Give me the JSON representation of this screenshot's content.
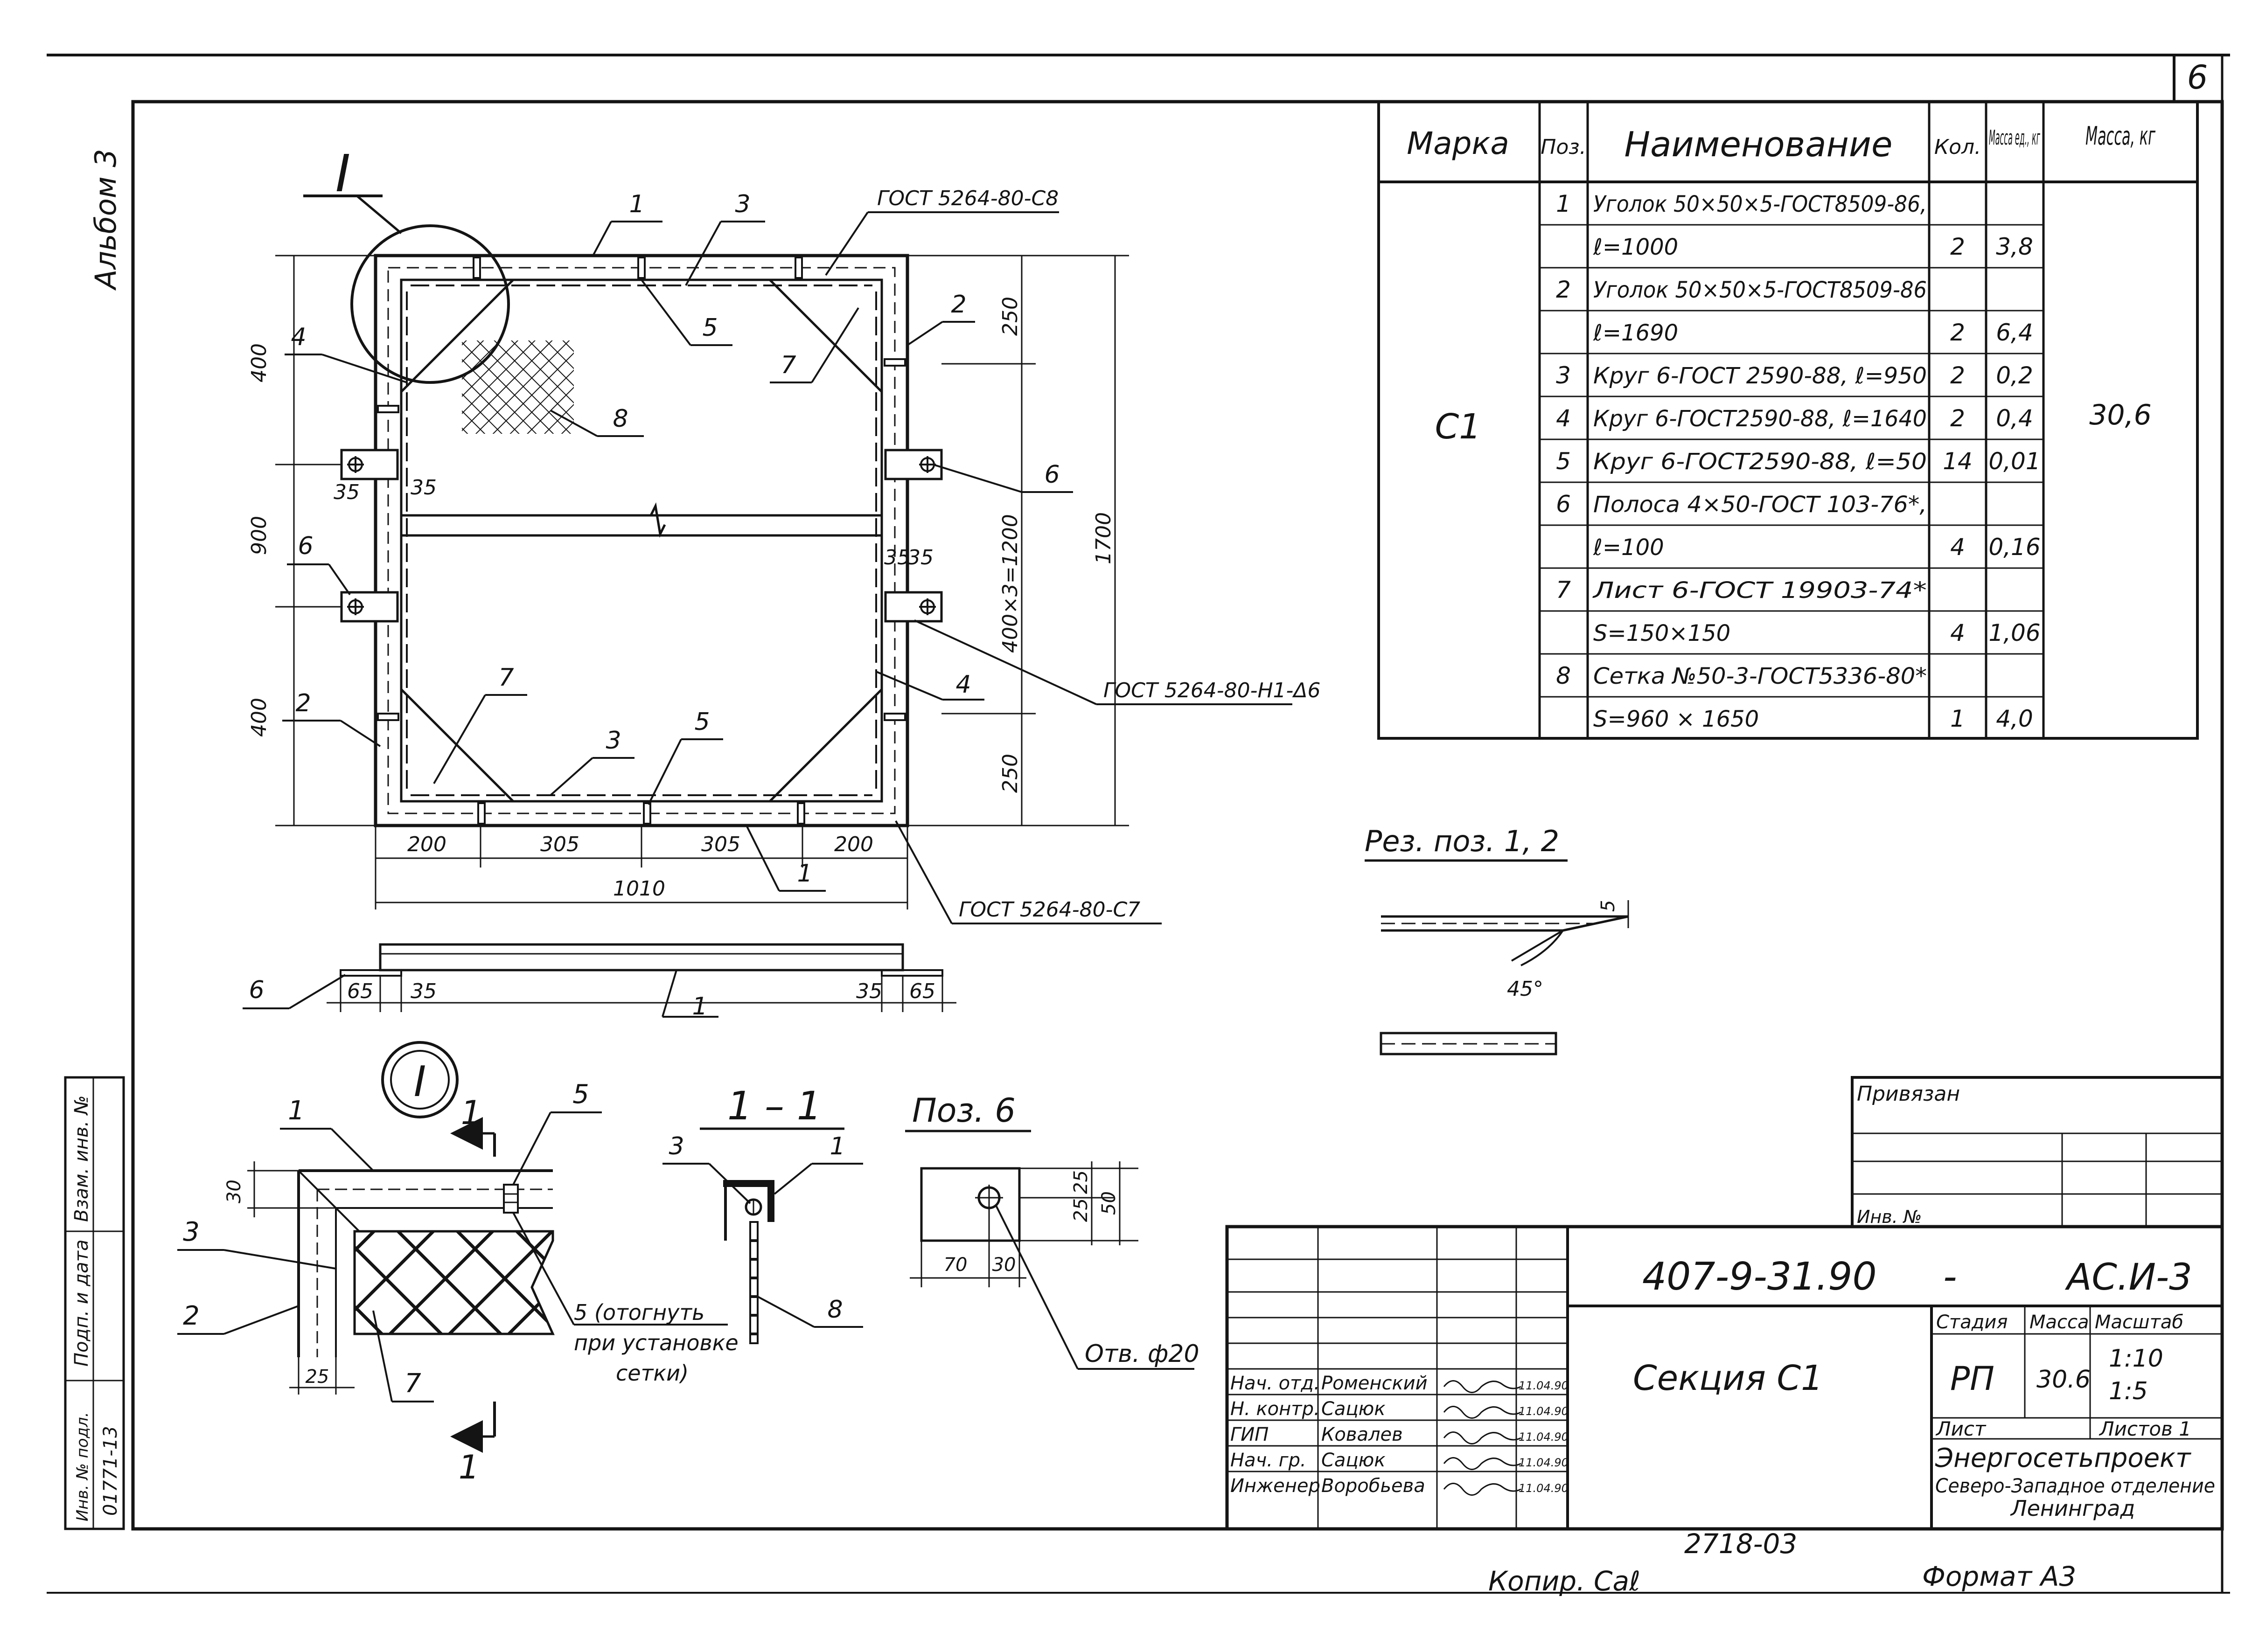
{
  "sheet": {
    "page_number": "6",
    "album_label": "Альбом 3",
    "copied_by": "Копир. Саℓ",
    "format": "Формат А3",
    "archive_number": "2718-03",
    "side_stamp": {
      "inventory_label": "Взам. инв. №",
      "signature_date_label": "Подп. и дата",
      "original_inventory_label": "Инв. № подл.",
      "original_inventory_value": "01771-13"
    }
  },
  "spec_table": {
    "headers": [
      "Марка",
      "Поз.",
      "Наименование",
      "Кол.",
      "Масса ед., кг",
      "Масса, кг"
    ],
    "mark": "С1",
    "total_mass": "30,6",
    "rows": [
      {
        "pos": "1",
        "name": "Уголок 50×50×5-ГОСТ8509-86,",
        "qty": "",
        "unit_mass": ""
      },
      {
        "pos": "",
        "name": "ℓ=1000",
        "qty": "2",
        "unit_mass": "3,8"
      },
      {
        "pos": "2",
        "name": "Уголок 50×50×5-ГОСТ8509-86",
        "qty": "",
        "unit_mass": ""
      },
      {
        "pos": "",
        "name": "ℓ=1690",
        "qty": "2",
        "unit_mass": "6,4"
      },
      {
        "pos": "3",
        "name": "Круг 6-ГОСТ 2590-88, ℓ=950",
        "qty": "2",
        "unit_mass": "0,2"
      },
      {
        "pos": "4",
        "name": "Круг 6-ГОСТ2590-88, ℓ=1640",
        "qty": "2",
        "unit_mass": "0,4"
      },
      {
        "pos": "5",
        "name": "Круг 6-ГОСТ2590-88, ℓ=50",
        "qty": "14",
        "unit_mass": "0,01"
      },
      {
        "pos": "6",
        "name": "Полоса 4×50-ГОСТ 103-76*,",
        "qty": "",
        "unit_mass": ""
      },
      {
        "pos": "",
        "name": "ℓ=100",
        "qty": "4",
        "unit_mass": "0,16"
      },
      {
        "pos": "7",
        "name": "Лист 6-ГОСТ 19903-74*",
        "qty": "",
        "unit_mass": ""
      },
      {
        "pos": "",
        "name": "S=150×150",
        "qty": "4",
        "unit_mass": "1,06"
      },
      {
        "pos": "8",
        "name": "Сетка №50-3-ГОСТ5336-80*",
        "qty": "",
        "unit_mass": ""
      },
      {
        "pos": "",
        "name": "S=960 × 1650",
        "qty": "1",
        "unit_mass": "4,0"
      }
    ]
  },
  "main_view": {
    "detail_marker": "I",
    "weld_top": "ГОСТ 5264-80-С8",
    "weld_right": "ГОСТ 5264-80-Н1-Δ6",
    "weld_bottom": "ГОСТ 5264-80-С7",
    "leaders": {
      "top_1": "1",
      "top_3": "3",
      "top_5": "5",
      "top_7": "7",
      "top_2": "2",
      "left_4": "4",
      "mesh_8": "8",
      "right_6": "6",
      "left_6": "6",
      "right_4": "4",
      "left_2": "2",
      "bottom_7": "7",
      "bottom_3": "3",
      "bottom_5": "5",
      "bottom_1": "1"
    },
    "dims": {
      "left_400_top": "400",
      "left_900": "900",
      "left_400_bottom": "400",
      "left_35": "35",
      "left_35b": "35",
      "right_250_top": "250",
      "right_250_bottom": "250",
      "right_400x3": "400×3=1200",
      "right_1700": "1700",
      "right_35a": "35",
      "right_35b": "35",
      "bottom_200_left": "200",
      "bottom_305_left": "305",
      "bottom_305_right": "305",
      "bottom_200_right": "200",
      "bottom_total": "1010"
    }
  },
  "side_view": {
    "leader_6": "6",
    "leader_1": "1",
    "dim_65_left": "65",
    "dim_35_left": "35",
    "dim_35_right": "35",
    "dim_65_right": "65"
  },
  "cut_detail": {
    "title": "Рез. поз. 1, 2",
    "dim_5": "5",
    "angle": "45°"
  },
  "detail_I": {
    "marker": "I",
    "section_mark": "1",
    "leader_1": "1",
    "leader_5": "5",
    "leader_3": "3",
    "leader_2": "2",
    "leader_7": "7",
    "dim_30": "30",
    "dim_25": "25",
    "note_line1": "5 (отогнуть",
    "note_line2": "при установке",
    "note_line3": "сетки)"
  },
  "section_1_1": {
    "title": "1 – 1",
    "leader_3": "3",
    "leader_1": "1",
    "leader_8": "8"
  },
  "pos6": {
    "title": "Поз. 6",
    "dim_25a": "25",
    "dim_25b": "25",
    "dim_50": "50",
    "dim_70": "70",
    "dim_30": "30",
    "hole": "Отв. ф20"
  },
  "title_block": {
    "linked_label": "Привязан",
    "inv_label": "Инв. №",
    "doc_code": "407-9-31.90",
    "dash": "-",
    "doc_suffix": "АС.И-3",
    "drawing_title": "Секция С1",
    "stage_label": "Стадия",
    "mass_label": "Масса",
    "scale_label": "Масштаб",
    "stage": "РП",
    "mass": "30.6",
    "scale_1": "1:10",
    "scale_2": "1:5",
    "sheet_label": "Лист",
    "sheets_label": "Листов 1",
    "org_1": "Энергосетьпроект",
    "org_2": "Северо-Западное отделение",
    "org_3": "Ленинград",
    "staff": [
      {
        "role": "Нач. отд.",
        "name": "Роменский",
        "date": "11.04.90"
      },
      {
        "role": "Н. контр.",
        "name": "Сацюк",
        "date": "11.04.90"
      },
      {
        "role": "ГИП",
        "name": "Ковалев",
        "date": "11.04.90"
      },
      {
        "role": "Нач. гр.",
        "name": "Сацюк",
        "date": "11.04.90"
      },
      {
        "role": "Инженер",
        "name": "Воробьева",
        "date": "11.04.90"
      }
    ]
  }
}
